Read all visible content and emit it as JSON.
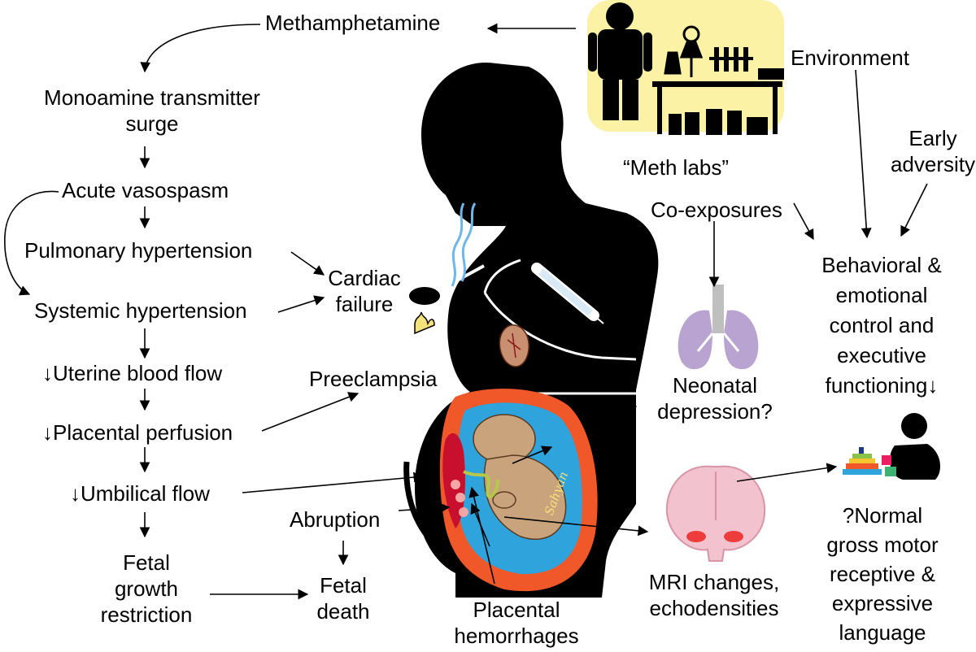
{
  "left_chain": {
    "methamphetamine": "Methamphetamine",
    "monoamine_line1": "Monoamine transmitter",
    "monoamine_line2": "surge",
    "vasospasm": "Acute vasospasm",
    "pulmonary": "Pulmonary hypertension",
    "systemic": "Systemic hypertension",
    "uterine": "↓Uterine blood flow",
    "placental_perfusion": "↓Placental perfusion",
    "umbilical": "↓Umbilical flow",
    "fgr_line1": "Fetal",
    "fgr_line2": "growth",
    "fgr_line3": "restriction"
  },
  "center_labels": {
    "cardiac_line1": "Cardiac",
    "cardiac_line2": "failure",
    "preeclampsia": "Preeclampsia",
    "abruption": "Abruption",
    "fetal_death_line1": "Fetal",
    "fetal_death_line2": "death",
    "placental_hem_line1": "Placental",
    "placental_hem_line2": "hemorrhages",
    "signature": "Sahyan"
  },
  "right_labels": {
    "meth_labs": "“Meth labs”",
    "environment": "Environment",
    "early_line1": "Early",
    "early_line2": "adversity",
    "coexposures": "Co-exposures",
    "neonatal_line1": "Neonatal",
    "neonatal_line2": "depression?",
    "mri_line1": "MRI changes,",
    "mri_line2": "echodensities",
    "behav_line1": "Behavioral &",
    "behav_line2": "emotional",
    "behav_line3": "control and",
    "behav_line4": "executive",
    "behav_line5": "functioning↓",
    "motor_line1": "?Normal",
    "motor_line2": "gross motor",
    "motor_line3": "receptive &",
    "motor_line4": "expressive",
    "motor_line5": "language"
  },
  "colors": {
    "silhouette": "#000000",
    "lab_panel": "#fbf2a6",
    "uterus": "#f0582a",
    "amniotic": "#2ea3dc",
    "fetus": "#c8a37c",
    "placenta": "#c8102e",
    "lungs": "#b9a3d1",
    "brain": "#f3c2cf",
    "smoke": "#6fb7e8"
  }
}
